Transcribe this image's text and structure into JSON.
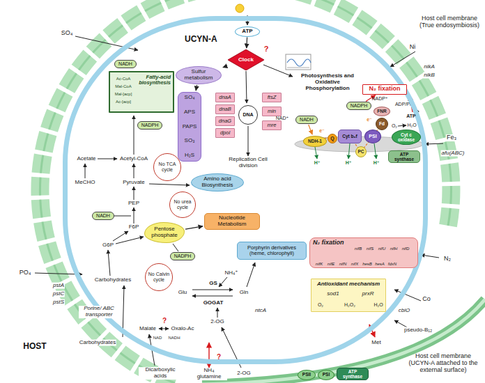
{
  "diagram": {
    "nodes": [
      {
        "text": [
          "UCYN-A"
        ]
      },
      {
        "text": [
          "ATP"
        ],
        "in": 0
      },
      {
        "text": [
          "Clock"
        ],
        "in": 0
      },
      {
        "text": [
          "Sulfur metabolism"
        ],
        "in": 0
      },
      {
        "text": [
          "Fatty-acid biosynthesis"
        ],
        "in": 0
      },
      {
        "text": [
          "SO₄",
          "APS",
          "PAPS",
          "SO₃",
          "H₂S"
        ],
        "in": 0
      },
      {
        "text": [
          "NADH"
        ],
        "in": 0
      },
      {
        "text": [
          "NADPH"
        ],
        "in": 0
      },
      {
        "text": [
          "dnaA"
        ],
        "in": 0
      },
      {
        "text": [
          "dnaB"
        ],
        "in": 0
      },
      {
        "text": [
          "dnaG"
        ],
        "in": 0
      },
      {
        "text": [
          "dpol"
        ],
        "in": 0
      },
      {
        "text": [
          "DNA"
        ],
        "in": 0
      },
      {
        "text": [
          "ftsZ"
        ],
        "in": 0
      },
      {
        "text": [
          "min"
        ],
        "in": 0
      },
      {
        "text": [
          "mre"
        ],
        "in": 0
      },
      {
        "text": [
          "N₂ fixation"
        ],
        "in": 0
      },
      {
        "text": [
          "NADPH"
        ],
        "in": 0
      },
      {
        "text": [
          "NADH"
        ],
        "in": 0
      },
      {
        "text": [
          "FNR"
        ],
        "in": 0
      },
      {
        "text": [
          "Fd"
        ],
        "in": 0
      },
      {
        "text": [
          "NDH-1"
        ],
        "in": 0
      },
      {
        "text": [
          "Q"
        ],
        "in": 0
      },
      {
        "text": [
          "Cyt b₆f"
        ],
        "in": 0
      },
      {
        "text": [
          "PSI"
        ],
        "in": 0
      },
      {
        "text": [
          "PC"
        ],
        "in": 0
      },
      {
        "text": [
          "Cyt c oxidase"
        ],
        "in": 0
      },
      {
        "text": [
          "ATP synthase"
        ],
        "in": 0
      },
      {
        "text": [
          "No TCA cycle"
        ],
        "in": 0
      },
      {
        "text": [
          "Amino acid Biosynthesis"
        ],
        "in": 0
      },
      {
        "text": [
          "No urea cycle"
        ],
        "in": 0
      },
      {
        "text": [
          "Nucleotide Metabolism"
        ],
        "in": 0
      },
      {
        "text": [
          "Pentose phosphate"
        ],
        "in": 0
      },
      {
        "text": [
          "NADH"
        ],
        "in": 0
      },
      {
        "text": [
          "NADPH"
        ],
        "in": 0
      },
      {
        "text": [
          "No Calvin cycle"
        ],
        "in": 0
      },
      {
        "text": [
          "Porphyrin derivatives (heme, chlorophyll)"
        ],
        "in": 0
      },
      {
        "text": [
          "N₂ fixation"
        ],
        "in": 0
      },
      {
        "text": [
          "Antioxidant mechanism"
        ],
        "in": 0
      },
      {
        "text": [
          "PSII"
        ]
      },
      {
        "text": [
          "PSI"
        ]
      },
      {
        "text": [
          "ATP synthase"
        ]
      }
    ],
    "edges": [
      {
        "from": 1,
        "to": 2,
        "arrow": "to"
      },
      {
        "from": 2,
        "to": 3,
        "arrow": "to"
      },
      {
        "from": 3,
        "to": 5,
        "arrow": "to"
      },
      {
        "from": 17,
        "to": 16,
        "arrow": "to"
      },
      {
        "from": 32,
        "to": 31,
        "arrow": "to"
      },
      {
        "from": 18,
        "to": 21,
        "arrow": "to"
      }
    ],
    "labels": [
      "Host cell membrane (True endosymbiosis)",
      "Host cell membrane (UCYN-A attached to the external surface)",
      "HOST",
      "SO₄",
      "Ni",
      "nikA",
      "nikB",
      "Fe₃",
      "afu(ABC)",
      "?",
      "Ac-CoA",
      "Mal-CoA",
      "Mal-[acp]",
      "Ac-[acp]",
      "Photosynthesis and Oxidative Phosphorylation",
      "Replication Cell division",
      "NADP⁺",
      "NAD⁺",
      "e⁻",
      "e⁻",
      "H⁺",
      "H⁺",
      "H⁺",
      "ADP/Pᵢ",
      "ATP",
      "O₂",
      "H₂O",
      "Acetate",
      "Acetyl-CoA",
      "MeCHO",
      "Pyruvate",
      "PEP",
      "F6P",
      "G6P",
      "Carbohydrates",
      "NH₄⁺",
      "GS",
      "Glu",
      "Gln",
      "GOGAT",
      "ntcA",
      "2-OG",
      "N₂",
      "sod1",
      "prxR",
      "O₂",
      "H₂O₂",
      "H₂O",
      "PO₄",
      "pstA",
      "pstC",
      "pstS",
      "Co",
      "cbiO",
      "Met",
      "pseudo-B₁₂",
      "Malate",
      "Oxalo-Ac",
      "NAD",
      "NADH",
      "?",
      "Porine/ ABC transporter",
      "Carbohydrates",
      "Dicarboxylic acids",
      "NH₄ glutamine",
      "2-OG",
      "?",
      "nifB",
      "nifS",
      "nifU",
      "nifH",
      "nifD",
      "nifK",
      "nifE",
      "nifN",
      "nifX",
      "hesB",
      "hesA",
      "fdxN"
    ]
  }
}
